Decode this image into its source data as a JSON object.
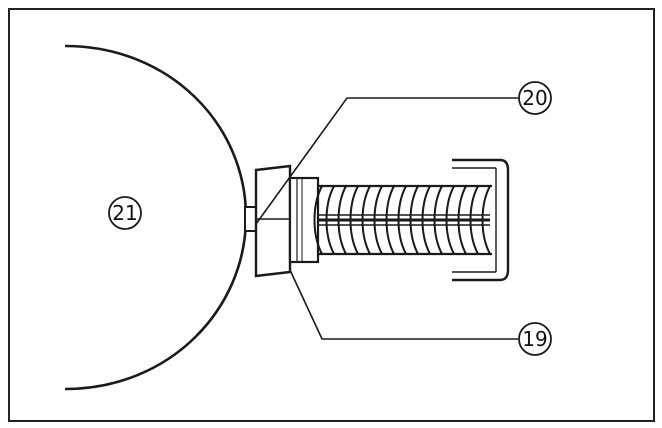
{
  "diagram": {
    "callouts": [
      {
        "id": "callout-20",
        "label": "20"
      },
      {
        "id": "callout-21",
        "label": "21"
      },
      {
        "id": "callout-19",
        "label": "19"
      }
    ],
    "colors": {
      "ink": "#1a1a1a",
      "background": "#ffffff"
    }
  }
}
